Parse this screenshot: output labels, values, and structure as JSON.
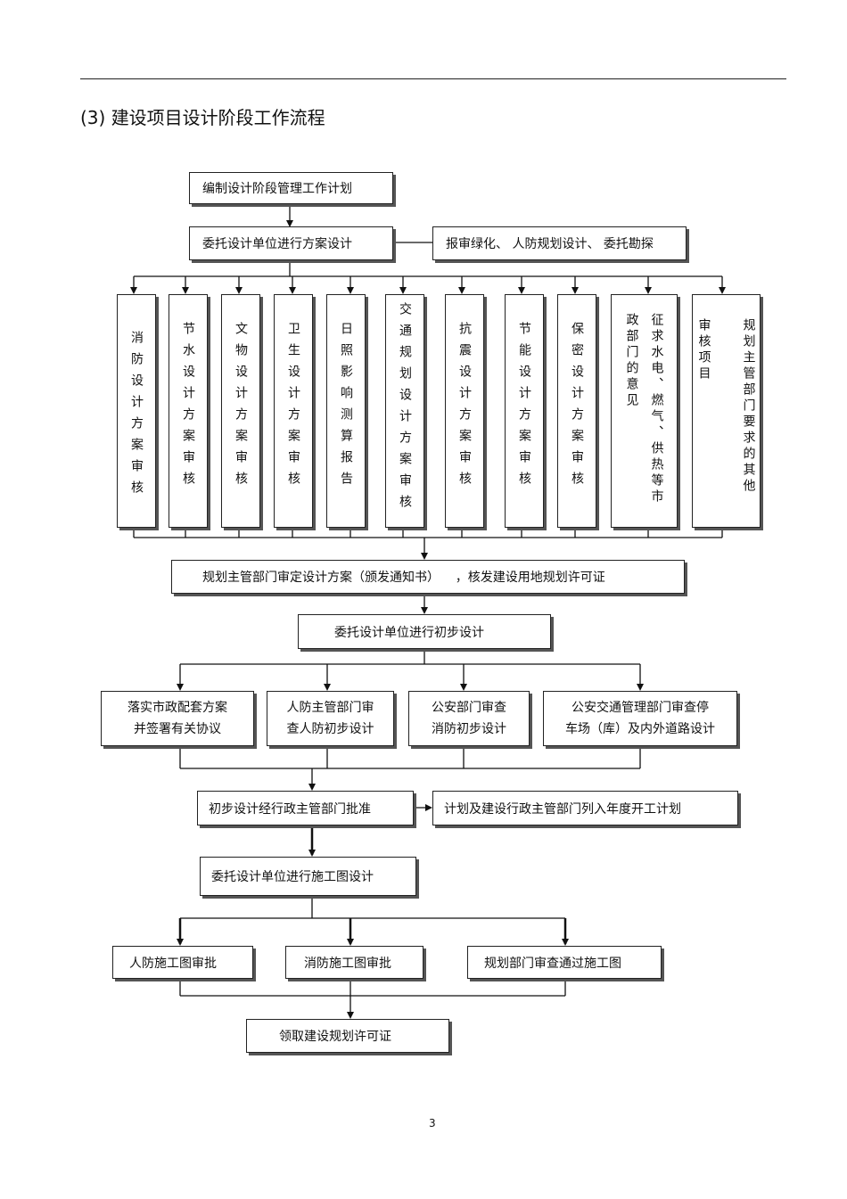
{
  "heading": "(3) 建设项目设计阶段工作流程",
  "page_number": "3",
  "flow": {
    "plan": "编制设计阶段管理工作计划",
    "scheme_design": "委托设计单位进行方案设计",
    "side_report": "报审绿化、 人防规划设计、 委托勘探",
    "reviews": [
      "消防设计方案审核",
      "节水设计方案审核",
      "文物设计方案审核",
      "卫生设计方案审核",
      "日照影响测算报告",
      "交通规划设计方案审核",
      "抗震设计方案审核",
      "节能设计方案审核",
      "保密设计方案审核",
      "征求水电、燃气、供热等市政部门的意见",
      "规划主管部门要求的其他审核项目"
    ],
    "approval": "规划主管部门审定设计方案（颁发通知书）    ，核发建设用地规划许可证",
    "preliminary": "委托设计单位进行初步设计",
    "prelim_checks": [
      [
        "落实市政配套方案",
        "并签署有关协议"
      ],
      [
        "人防主管部门审",
        "查人防初步设计"
      ],
      [
        "公安部门审查",
        "消防初步设计"
      ],
      [
        "公安交通管理部门审查停",
        "车场（库）及内外道路设计"
      ]
    ],
    "prelim_approval": "初步设计经行政主管部门批准",
    "annual_plan": "计划及建设行政主管部门列入年度开工计划",
    "construction_design": "委托设计单位进行施工图设计",
    "construction_checks": [
      "人防施工图审批",
      "消防施工图审批",
      "规划部门审查通过施工图"
    ],
    "permit": "领取建设规划许可证"
  }
}
